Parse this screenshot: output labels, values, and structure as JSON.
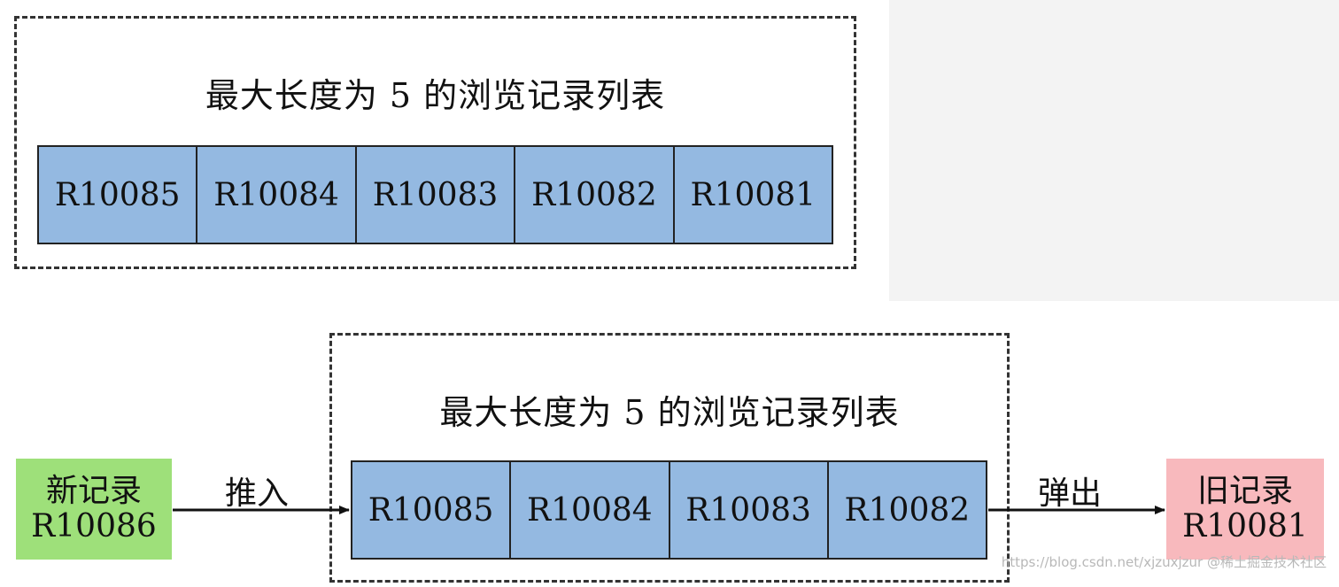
{
  "top_group": {
    "title": "最大长度为 5 的浏览记录列表",
    "records": [
      "R10085",
      "R10084",
      "R10083",
      "R10082",
      "R10081"
    ]
  },
  "bottom_group": {
    "title": "最大长度为 5 的浏览记录列表",
    "records": [
      "R10085",
      "R10084",
      "R10083",
      "R10082"
    ]
  },
  "new_record": {
    "label": "新记录",
    "id": "R10086",
    "color": "#9ee07a"
  },
  "old_record": {
    "label": "旧记录",
    "id": "R10081",
    "color": "#f8b9bd"
  },
  "edges": {
    "push_label": "推入",
    "pop_label": "弹出"
  },
  "colors": {
    "cell": "#94b9e1",
    "border": "#222222"
  },
  "watermark": "https://blog.csdn.net/xjzuxjzur @稀土掘金技术社区"
}
